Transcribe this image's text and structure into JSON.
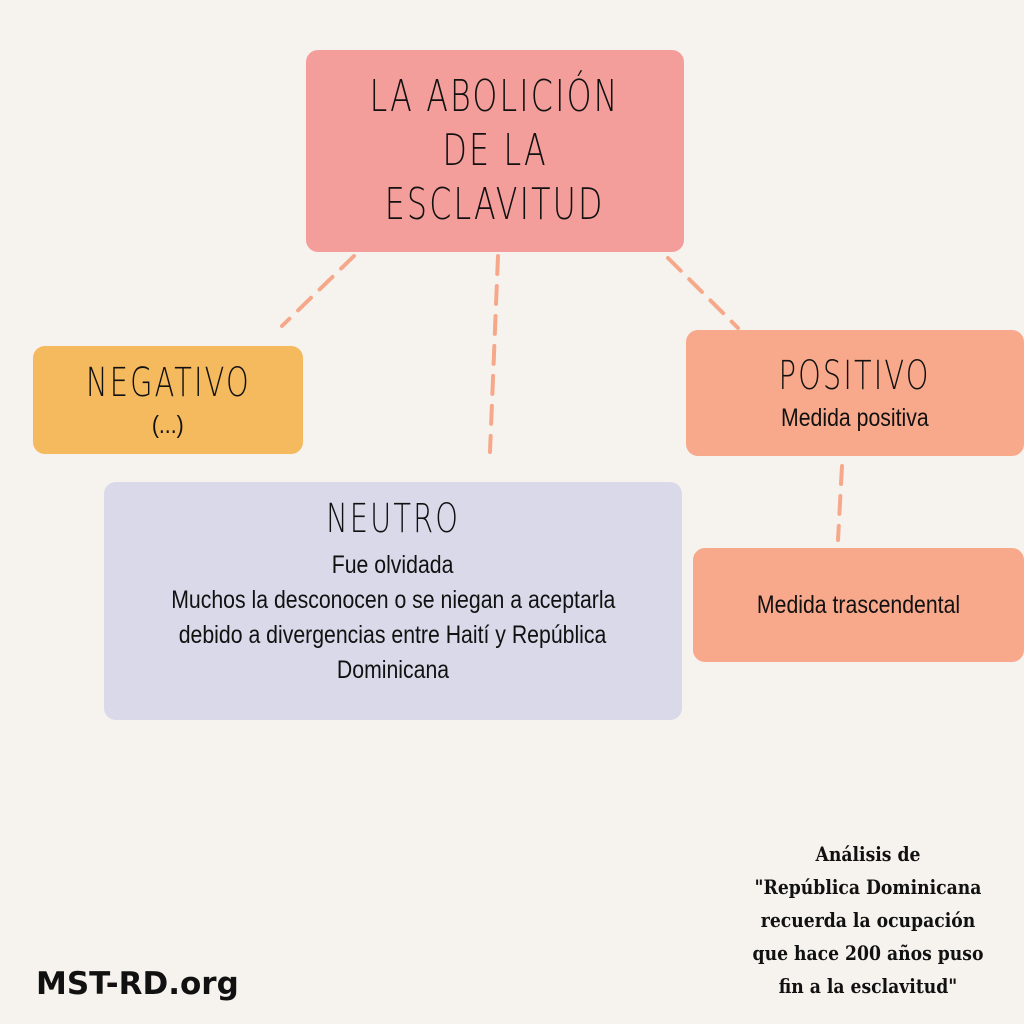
{
  "title": {
    "lines": [
      "LA ABOLICIÓN",
      "DE LA",
      "ESCLAVITUD"
    ]
  },
  "negativo": {
    "heading": "NEGATIVO",
    "text": "(...)"
  },
  "neutro": {
    "heading": "NEUTRO",
    "lines": [
      "Fue olvidada",
      "Muchos la desconocen o se niegan a aceptarla",
      "debido a divergencias entre Haití y República",
      "Dominicana"
    ]
  },
  "positivo": {
    "heading": "POSITIVO",
    "text": "Medida positiva",
    "sub_text": "Medida trascendental"
  },
  "source": {
    "lines": [
      "Análisis de",
      "\"República Dominicana",
      "recuerda la ocupación",
      "que hace 200 años puso",
      "fin a la esclavitud\""
    ]
  },
  "site": "MST-RD.org",
  "colors": {
    "background": "#f6f3ee",
    "title": "#f49e9b",
    "negativo": "#f5b95e",
    "neutro": "#d9d9ea",
    "positivo": "#f8a98b",
    "connector": "#f5a98a"
  }
}
